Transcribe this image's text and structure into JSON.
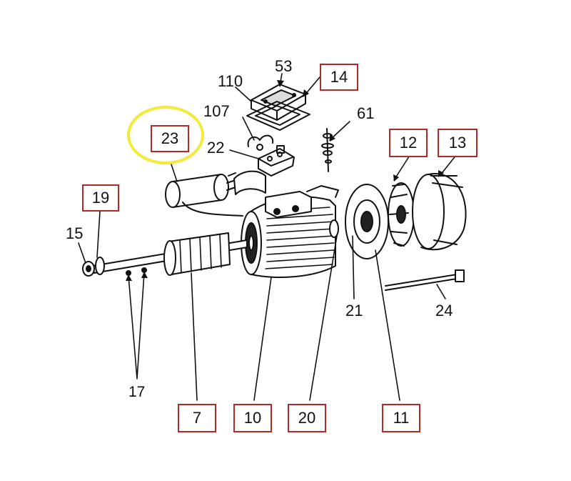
{
  "diagram": {
    "highlight_color": "#f3ea3a",
    "box_color": "#b02a2a",
    "highlighted_part": "23",
    "boxed_labels": [
      "14",
      "23",
      "19",
      "12",
      "13",
      "7",
      "10",
      "20",
      "11"
    ],
    "plain_labels": [
      "53",
      "110",
      "107",
      "22",
      "61",
      "15",
      "21",
      "24",
      "17"
    ]
  }
}
